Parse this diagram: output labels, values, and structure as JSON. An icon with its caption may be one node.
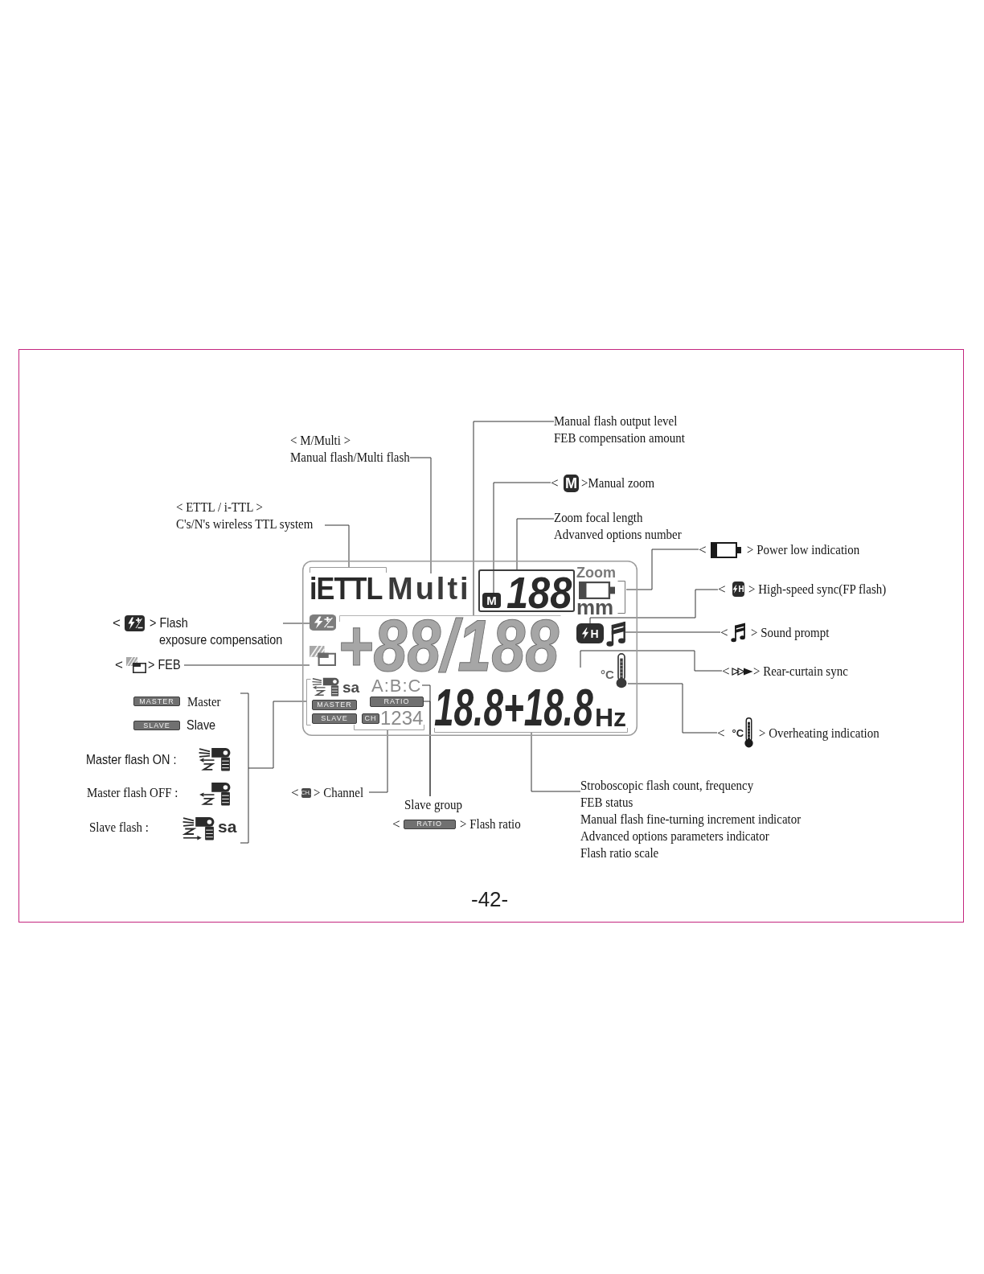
{
  "diagram": {
    "nodes": [
      {
        "text": [
          "Manual flash output level",
          "FEB compensation amount"
        ]
      },
      {
        "text": [
          "< M/Multi >",
          "Manual flash/Multi flash"
        ]
      },
      {
        "text": [
          "<",
          "M",
          ">Manual zoom"
        ]
      },
      {
        "text": [
          "< ETTL / i-TTL >",
          "C's/N's wireless TTL system"
        ]
      },
      {
        "text": [
          "Zoom focal length",
          "Advanved options number"
        ]
      },
      {
        "text": [
          "<",
          "> Power low indication"
        ]
      },
      {
        "text": [],
        "shape": "box"
      },
      {
        "text": [
          "iETTL"
        ],
        "in": 6
      },
      {
        "text": [
          "Multi"
        ],
        "in": 6
      },
      {
        "text": [
          "188"
        ],
        "in": 6
      },
      {
        "text": [
          "M"
        ],
        "in": 9
      },
      {
        "text": [],
        "shape": "picture",
        "in": 6
      },
      {
        "text": [],
        "shape": "picture",
        "in": 6
      },
      {
        "text": [
          "+88/188"
        ],
        "in": 6
      },
      {
        "text": [
          "H"
        ],
        "in": 6
      },
      {
        "text": [],
        "shape": "picture",
        "in": 6
      },
      {
        "text": [],
        "shape": "picture",
        "in": 6
      },
      {
        "text": [
          "°C"
        ],
        "in": 6
      },
      {
        "text": [
          "sa",
          "MASTER",
          "SLAVE"
        ],
        "in": 6
      },
      {
        "text": [
          "A:B:C"
        ],
        "in": 6
      },
      {
        "text": [
          "RATIO"
        ],
        "in": 6
      },
      {
        "text": [
          "CH",
          "1234"
        ],
        "in": 6
      },
      {
        "text": [
          "18.8+18.8",
          "Hz"
        ],
        "in": 6
      },
      {
        "text": [
          "<",
          "H",
          "> High-speed sync(FP flash)"
        ]
      },
      {
        "text": [
          "<",
          "> Flash exposure compensation"
        ]
      },
      {
        "text": [
          "<",
          "> Sound prompt"
        ]
      },
      {
        "text": [
          "<",
          "> Rear-curtain sync"
        ]
      },
      {
        "text": [
          "<",
          "> FEB"
        ]
      },
      {
        "text": [
          "MASTER",
          "Master",
          "SLAVE",
          "Slave",
          "Master flash ON :",
          "Master flash OFF :",
          "Slave flash :",
          "sa"
        ]
      },
      {
        "text": [
          "<",
          "°C",
          "> Overheating indication"
        ]
      },
      {
        "text": [
          "<",
          "CH.",
          "> Channel"
        ]
      },
      {
        "text": [
          "Stroboscopic flash count, frequency",
          "FEB status",
          "Manual flash fine-turning increment indicator",
          "Advanced options parameters indicator",
          "Flash ratio scale"
        ]
      },
      {
        "text": [
          "Slave group",
          "<",
          "RATIO",
          "> Flash ratio"
        ]
      }
    ],
    "edges": [
      {
        "from": 0,
        "to": 13,
        "arrow": "none"
      },
      {
        "from": 1,
        "to": 8,
        "arrow": "none"
      },
      {
        "from": 2,
        "to": 10,
        "arrow": "none"
      },
      {
        "from": 3,
        "to": 7,
        "arrow": "none"
      },
      {
        "from": 4,
        "to": 9,
        "arrow": "none"
      },
      {
        "from": 5,
        "to": 11,
        "arrow": "none"
      },
      {
        "from": 23,
        "to": 14,
        "arrow": "none"
      },
      {
        "from": 24,
        "to": 12,
        "arrow": "none"
      },
      {
        "from": 25,
        "to": 15,
        "arrow": "none"
      },
      {
        "from": 26,
        "to": null,
        "arrow": "none"
      },
      {
        "from": 27,
        "to": 16,
        "arrow": "none"
      },
      {
        "from": 28,
        "to": 18,
        "arrow": "none"
      },
      {
        "from": 29,
        "to": 17,
        "arrow": "none"
      },
      {
        "from": 30,
        "to": 21,
        "arrow": "none"
      },
      {
        "from": 31,
        "to": 22,
        "arrow": "none"
      },
      {
        "from": 32,
        "to": 19,
        "arrow": "none"
      },
      {
        "from": 32,
        "to": 20,
        "arrow": "none"
      }
    ],
    "labels": [
      "Zoom",
      "mm",
      "-42-"
    ]
  }
}
